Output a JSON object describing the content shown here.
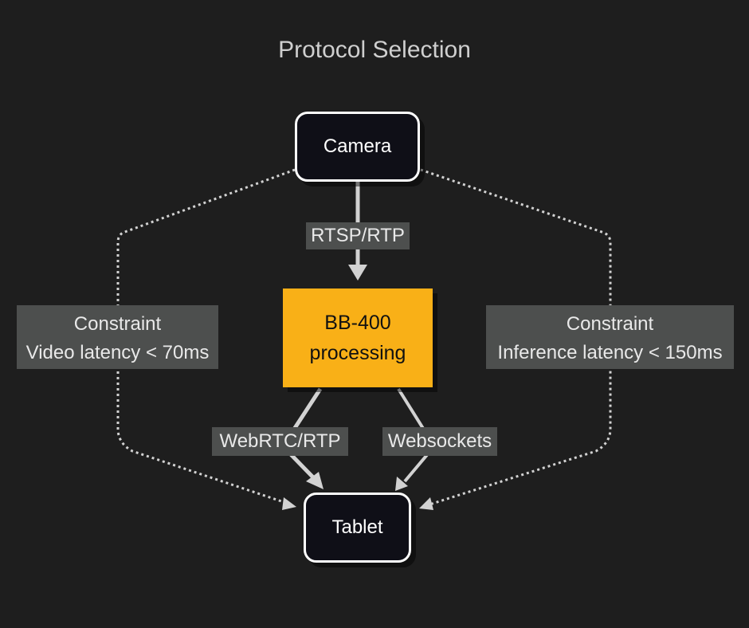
{
  "title": "Protocol Selection",
  "nodes": {
    "camera": "Camera",
    "bb400_line1": "BB-400",
    "bb400_line2": "processing",
    "tablet": "Tablet"
  },
  "edges": {
    "rtsp": "RTSP/RTP",
    "webrtc": "WebRTC/RTP",
    "websockets": "Websockets",
    "left_constraint_line1": "Constraint",
    "left_constraint_line2": "Video latency < 70ms",
    "right_constraint_line1": "Constraint",
    "right_constraint_line2": "Inference latency < 150ms"
  },
  "colors": {
    "background": "#1e1e1e",
    "node_fill": "#0f0f17",
    "processing_fill": "#f9b017",
    "edge": "#d2d2d2",
    "label_fill": "#4d4f4e"
  }
}
